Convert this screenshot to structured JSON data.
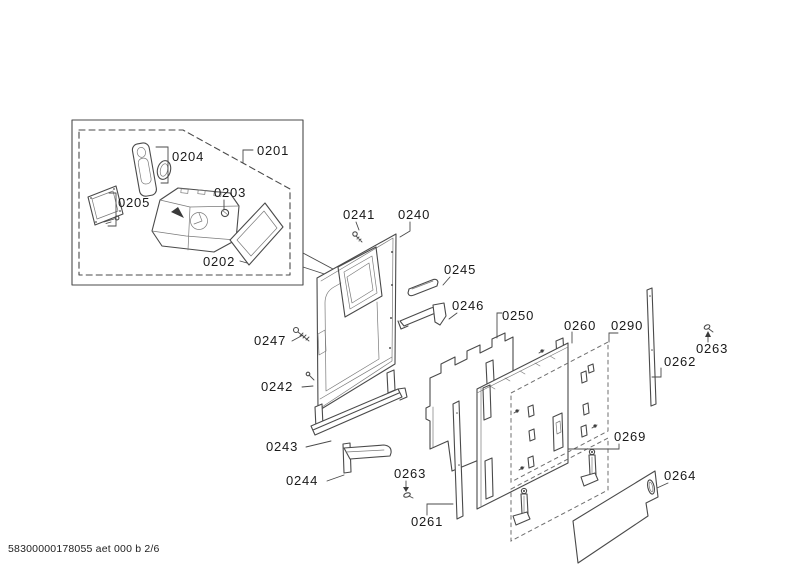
{
  "page": {
    "background": "#ffffff",
    "footer_text": "58300000178055 aet 000 b 2/6"
  },
  "diagram": {
    "type": "exploded-parts-diagram",
    "line_color": "#4a4a4a",
    "label_color": "#1a1a1a",
    "labels": {
      "p0201": "0201",
      "p0202": "0202",
      "p0203": "0203",
      "p0204": "0204",
      "p0205": "0205",
      "p0240": "0240",
      "p0241": "0241",
      "p0242": "0242",
      "p0243": "0243",
      "p0244": "0244",
      "p0245": "0245",
      "p0246": "0246",
      "p0247": "0247",
      "p0250": "0250",
      "p0260": "0260",
      "p0261": "0261",
      "p0262": "0262",
      "p0263_top": "0263",
      "p0263_bottom": "0263",
      "p0264": "0264",
      "p0269": "0269",
      "p0290": "0290"
    }
  }
}
